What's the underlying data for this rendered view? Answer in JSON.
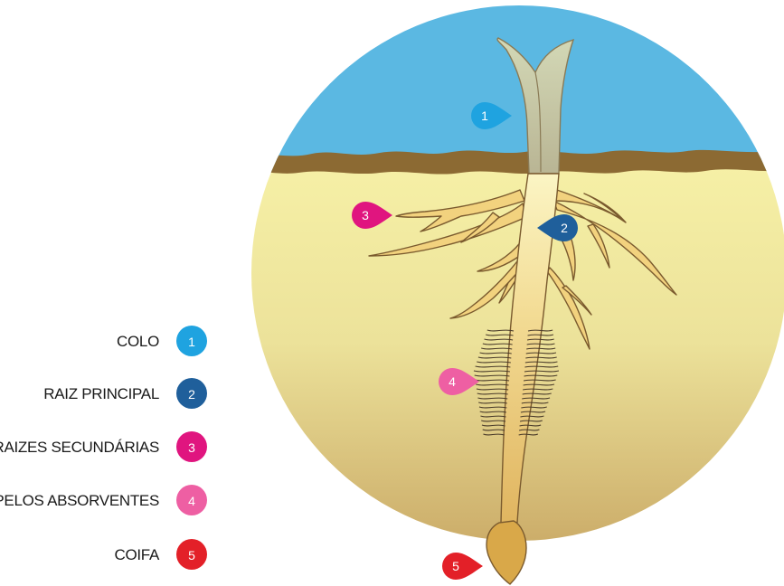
{
  "legend": [
    {
      "label": "COLO",
      "number": "1",
      "color": "#1fa3e0"
    },
    {
      "label": "RAIZ PRINCIPAL",
      "number": "2",
      "color": "#1f5f9b"
    },
    {
      "label": "RAIZES SECUNDÁRIAS",
      "number": "3",
      "color": "#e0157f"
    },
    {
      "label": "PELOS ABSORVENTES",
      "number": "4",
      "color": "#ee5fa3"
    },
    {
      "label": "COIFA",
      "number": "5",
      "color": "#e32028"
    }
  ],
  "markers": [
    "1",
    "2",
    "3",
    "4",
    "5"
  ],
  "colors": {
    "sky": "#5bb8e2",
    "soil_surface": "#8c6a33",
    "soil_top": "#f6f0a6",
    "soil_bottom": "#c9a865",
    "root_fill": "#f2d27e",
    "stem": "#c9cfae"
  }
}
